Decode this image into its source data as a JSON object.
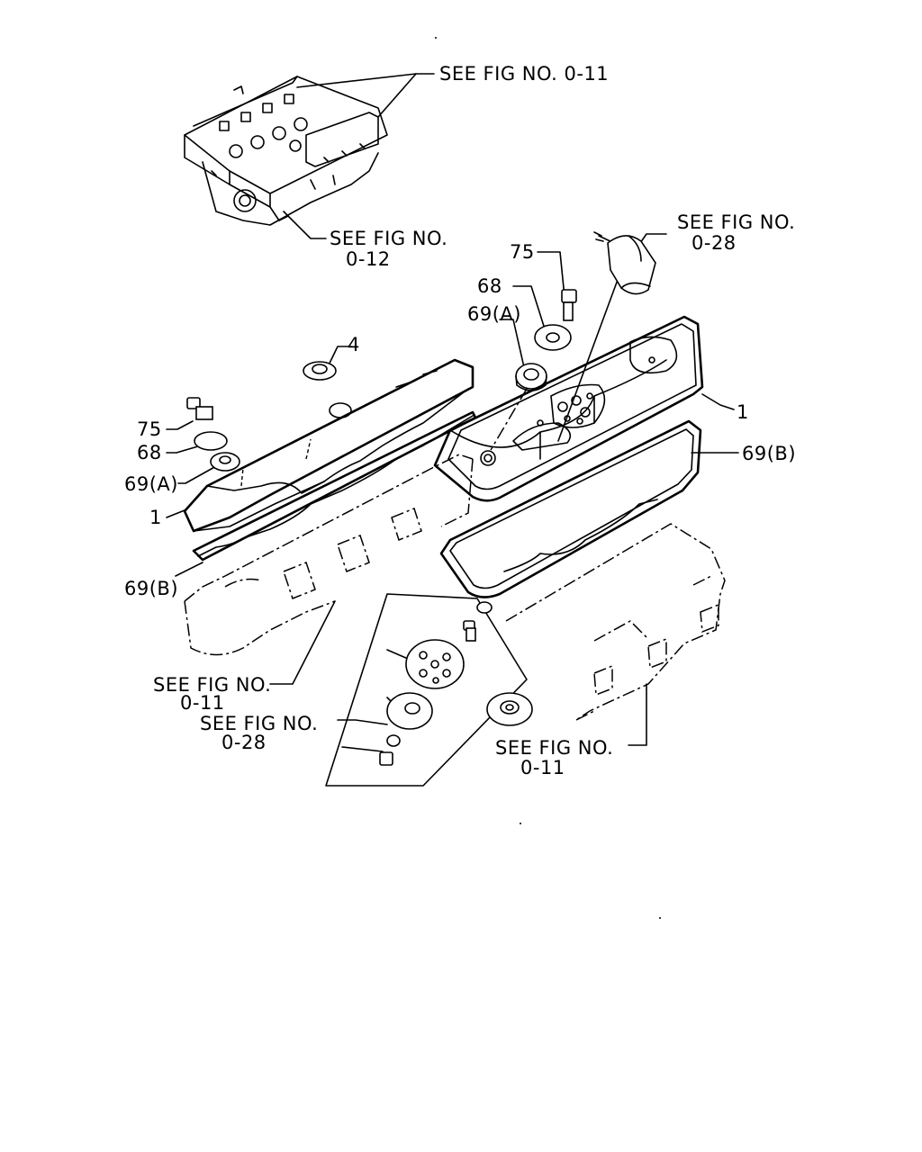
{
  "colors": {
    "ink": "#000000",
    "paper": "#ffffff"
  },
  "labels": {
    "fig_0_11_top": "SEE FIG NO. 0-11",
    "fig_0_12_l1": "SEE FIG NO.",
    "fig_0_12_l2": "0-12",
    "fig_0_28_top_l1": "SEE FIG NO.",
    "fig_0_28_top_l2": "0-28",
    "p75_right": "75",
    "p68_right": "68",
    "p69a_right": "69(A)",
    "p4": "4",
    "p75_left": "75",
    "p68_left": "68",
    "p69a_left": "69(A)",
    "p1_left": "1",
    "p1_right": "1",
    "p69b_right": "69(B)",
    "p69b_left": "69(B)",
    "fig_0_11_left_l1": "SEE FIG NO.",
    "fig_0_11_left_l2": "0-11",
    "fig_0_28_bottom_l1": "SEE FIG NO.",
    "fig_0_28_bottom_l2": "0-28",
    "fig_0_11_right_l1": "SEE FIG NO.",
    "fig_0_11_right_l2": "0-11"
  }
}
